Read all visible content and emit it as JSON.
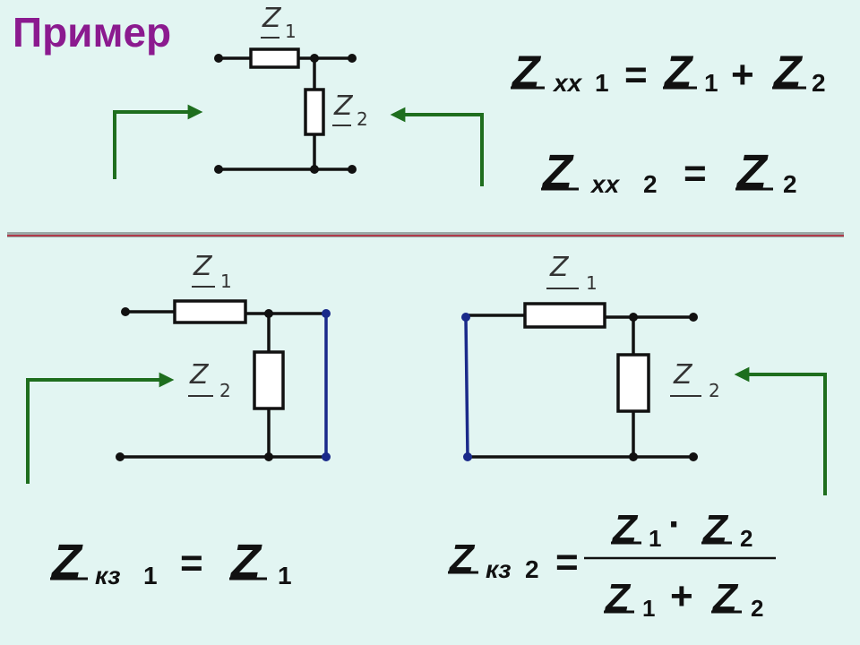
{
  "title": "Пример",
  "labels": {
    "z": "Z",
    "one": "1",
    "two": "2"
  },
  "formulas": {
    "zxx1": {
      "sub": "xx",
      "idx": "1",
      "eq": "=",
      "plus": "+",
      "z1": "1",
      "z2": "2"
    },
    "zxx2": {
      "sub": "xx",
      "idx": "2",
      "eq": "=",
      "z2": "2"
    },
    "zkz1": {
      "sub": "кз",
      "idx": "1",
      "eq": "=",
      "z1": "1"
    },
    "zkz2": {
      "sub": "кз",
      "idx": "2",
      "eq": "=",
      "dot": "·",
      "plus": "+",
      "z1": "1",
      "z2": "2"
    }
  },
  "colors": {
    "background": "#e2f5f2",
    "title": "#8b1a8f",
    "arrow": "#1e6e1e",
    "short_circuit": "#1a2a8a",
    "divider": "#b03a4a"
  }
}
